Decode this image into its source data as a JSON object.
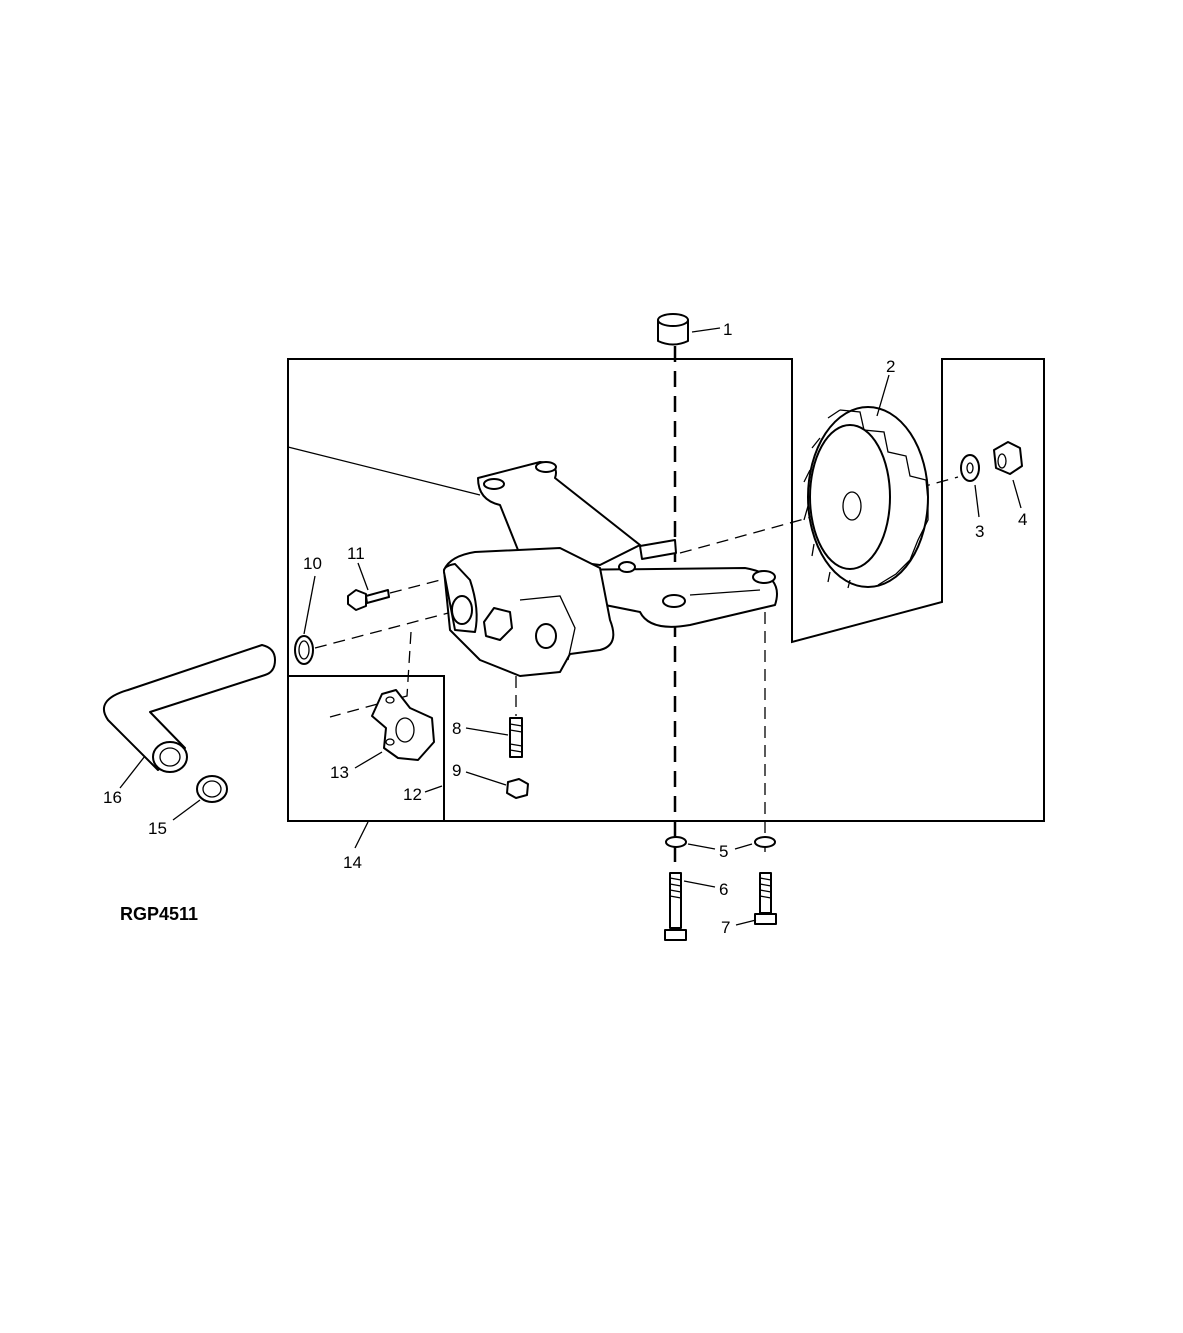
{
  "figure_id": "RGP4511",
  "callouts": [
    {
      "id": "1",
      "text": "1"
    },
    {
      "id": "2",
      "text": "2"
    },
    {
      "id": "3",
      "text": "3"
    },
    {
      "id": "4",
      "text": "4"
    },
    {
      "id": "5",
      "text": "5"
    },
    {
      "id": "6",
      "text": "6"
    },
    {
      "id": "7",
      "text": "7"
    },
    {
      "id": "8",
      "text": "8"
    },
    {
      "id": "9",
      "text": "9"
    },
    {
      "id": "10",
      "text": "10"
    },
    {
      "id": "11",
      "text": "11"
    },
    {
      "id": "12",
      "text": "12"
    },
    {
      "id": "13",
      "text": "13"
    },
    {
      "id": "14",
      "text": "14"
    },
    {
      "id": "15",
      "text": "15"
    },
    {
      "id": "16",
      "text": "16"
    }
  ]
}
